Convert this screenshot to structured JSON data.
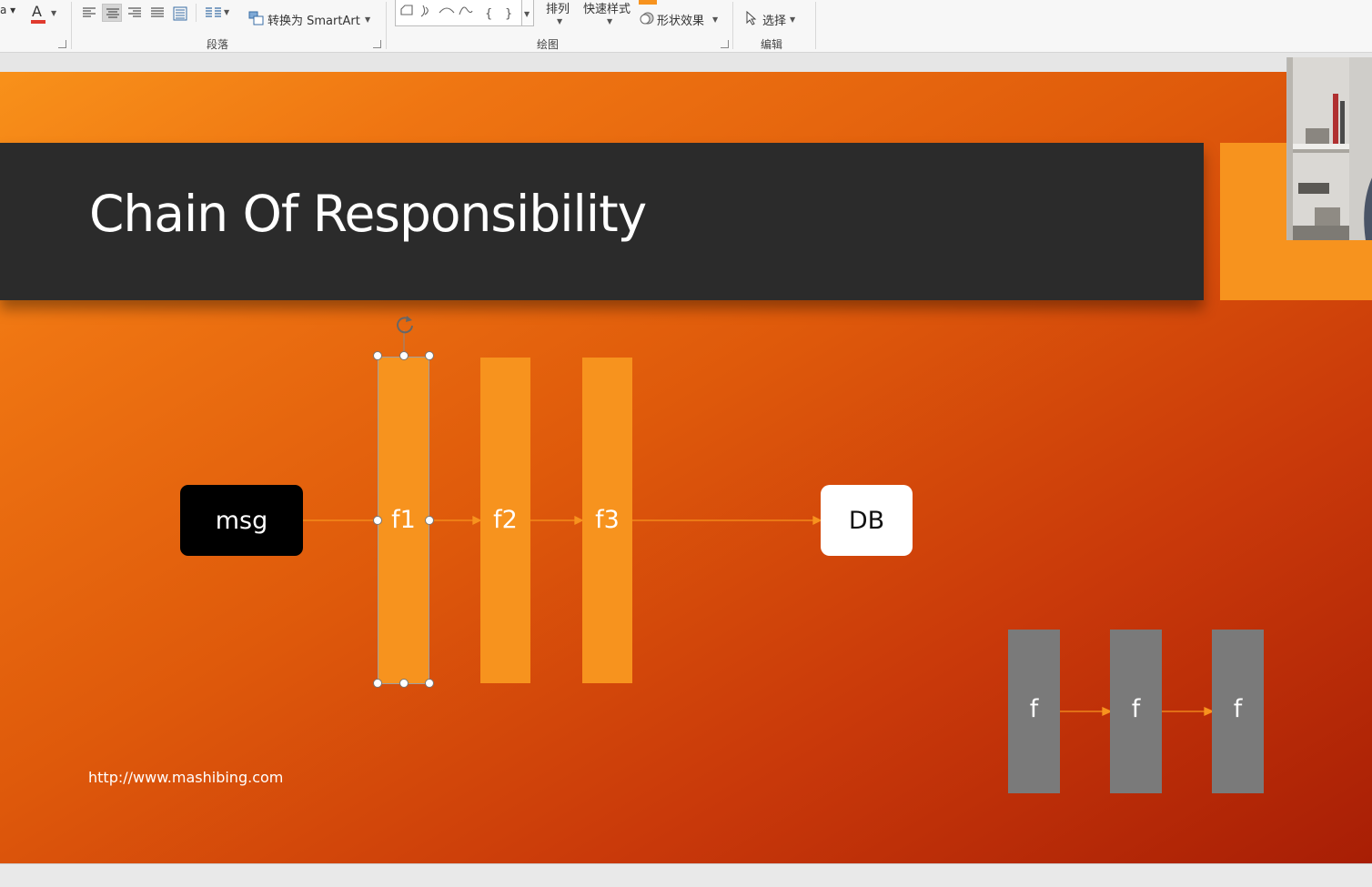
{
  "ribbon": {
    "paragraph_group_label": "段落",
    "convert_smartart_label": "转换为 SmartArt",
    "drawing_group_label": "绘图",
    "arrange_label": "排列",
    "quick_styles_label": "快速样式",
    "shape_effects_label": "形状效果",
    "select_label": "选择",
    "editing_group_label": "编辑",
    "font_color_accent": "#e03a2e"
  },
  "slide": {
    "title": "Chain Of Responsibility",
    "url": "http://www.mashibing.com",
    "background_start": "#f8911a",
    "background_end": "#a81e05",
    "title_bar_color": "#2b2b2b",
    "accent_color": "#f7931e",
    "main_chain": {
      "source": "msg",
      "filters": [
        "f1",
        "f2",
        "f3"
      ],
      "target": "DB"
    },
    "generic_chain": {
      "filters": [
        "f",
        "f",
        "f"
      ],
      "filter_color": "#7a7a7a"
    }
  }
}
